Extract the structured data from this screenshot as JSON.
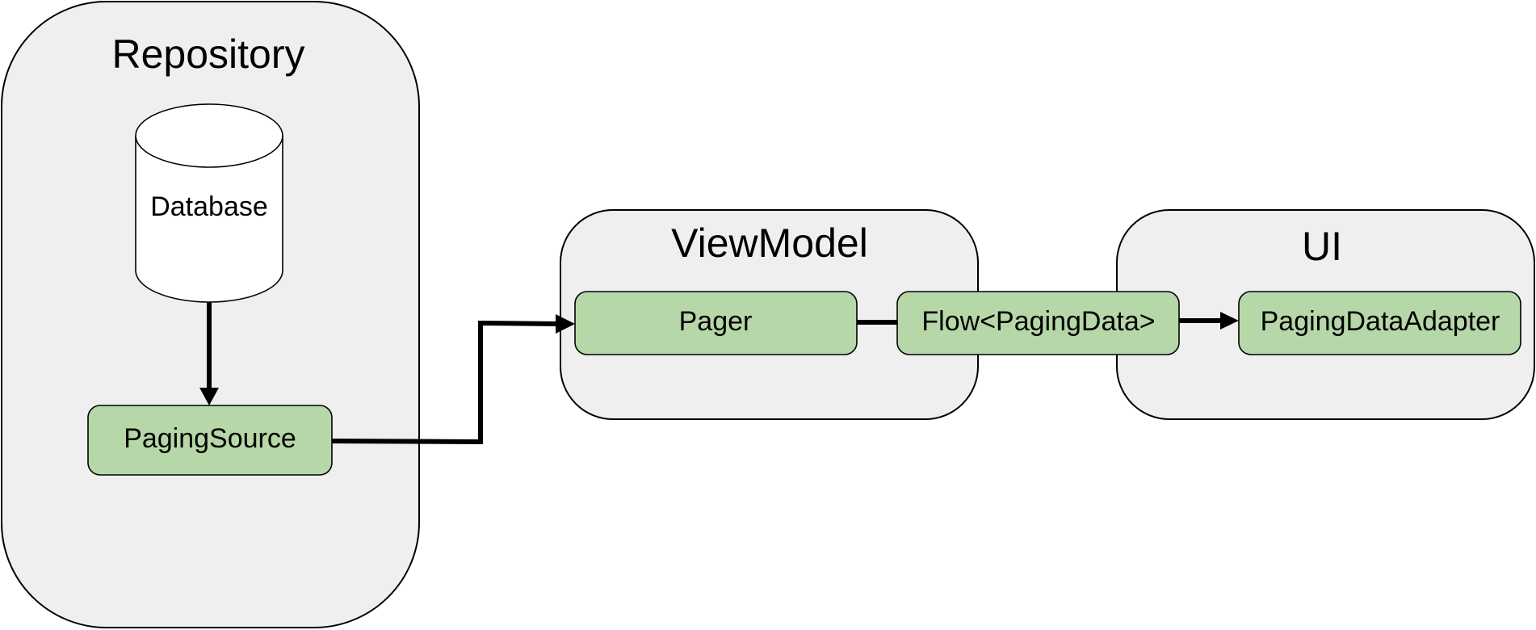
{
  "diagram": {
    "containers": {
      "repository": "Repository",
      "viewmodel": "ViewModel",
      "ui": "UI"
    },
    "nodes": {
      "database": "Database",
      "paging_source": "PagingSource",
      "pager": "Pager",
      "flow": "Flow<PagingData>",
      "adapter": "PagingDataAdapter"
    },
    "edges": [
      {
        "from": "Database",
        "to": "PagingSource",
        "arrow": true
      },
      {
        "from": "PagingSource",
        "to": "Pager",
        "arrow": true
      },
      {
        "from": "Pager",
        "to": "Flow<PagingData>",
        "arrow": false
      },
      {
        "from": "Flow<PagingData>",
        "to": "PagingDataAdapter",
        "arrow": true
      }
    ],
    "colors": {
      "container_fill": "#efefef",
      "node_fill": "#b6d7a8",
      "stroke": "#000000"
    }
  }
}
